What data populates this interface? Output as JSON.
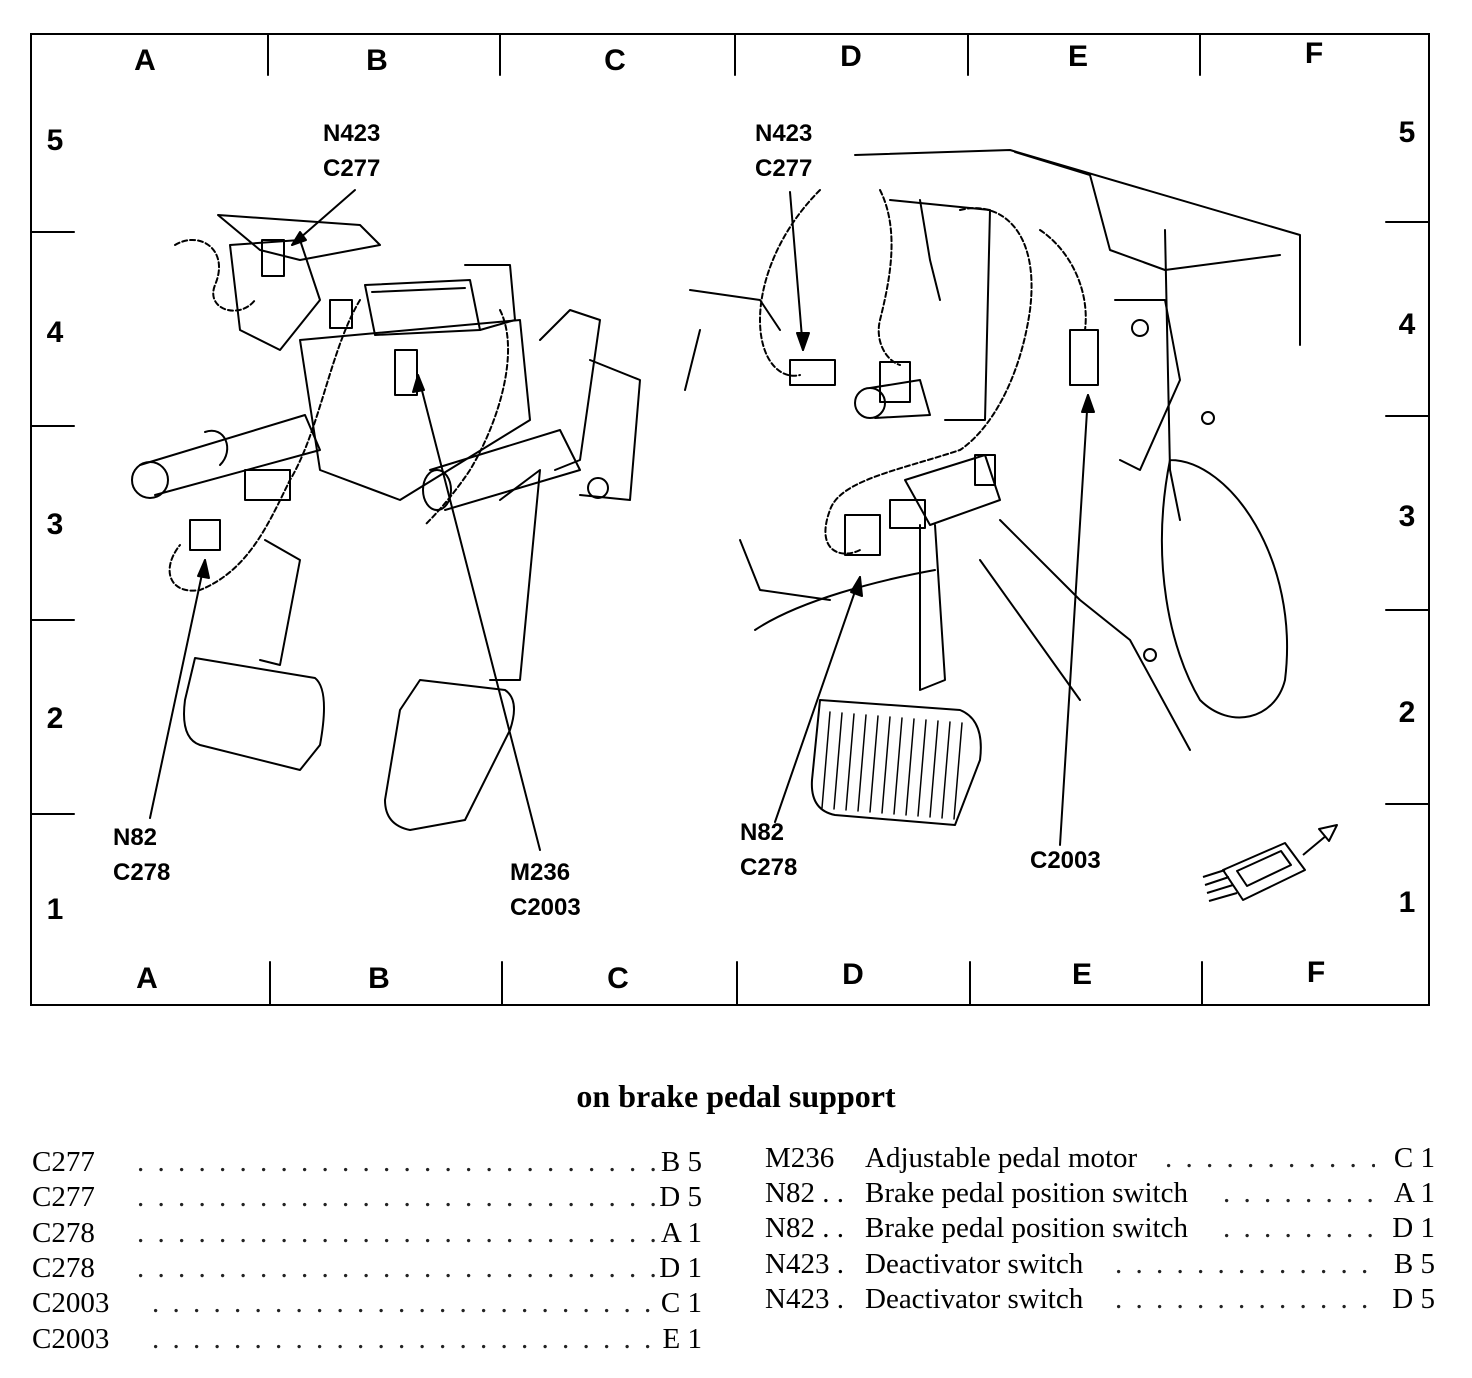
{
  "grid": {
    "top_columns": [
      "A",
      "B",
      "C",
      "D",
      "E",
      "F"
    ],
    "bottom_columns": [
      "A",
      "B",
      "C",
      "D",
      "E",
      "F"
    ],
    "left_rows": [
      "5",
      "4",
      "3",
      "2",
      "1"
    ],
    "right_rows": [
      "5",
      "4",
      "3",
      "2",
      "1"
    ]
  },
  "callouts": {
    "left_top": [
      "N423",
      "C277"
    ],
    "left_bottom_left": [
      "N82",
      "C278"
    ],
    "left_bottom_mid": [
      "M236",
      "C2003"
    ],
    "right_top": [
      "N423",
      "C277"
    ],
    "right_bottom_left": [
      "N82",
      "C278"
    ],
    "right_bottom_right": [
      "C2003"
    ]
  },
  "caption": "on brake pedal support",
  "index_left": [
    {
      "code": "C277",
      "loc": "B 5"
    },
    {
      "code": "C277",
      "loc": "D 5"
    },
    {
      "code": "C278",
      "loc": "A 1"
    },
    {
      "code": "C278",
      "loc": "D 1"
    },
    {
      "code": "C2003",
      "loc": "C 1"
    },
    {
      "code": "C2003",
      "loc": "E 1"
    }
  ],
  "index_right": [
    {
      "code": "M236",
      "desc": "Adjustable pedal motor",
      "loc": "C 1"
    },
    {
      "code": "N82 . .",
      "desc": "Brake pedal position switch",
      "loc": "A 1"
    },
    {
      "code": "N82 . .",
      "desc": "Brake pedal position switch",
      "loc": "D 1"
    },
    {
      "code": "N423 .",
      "desc": "Deactivator switch",
      "loc": "B 5"
    },
    {
      "code": "N423 .",
      "desc": "Deactivator switch",
      "loc": "D 5"
    }
  ],
  "icons": {
    "locator": "vehicle-front-direction-icon"
  }
}
